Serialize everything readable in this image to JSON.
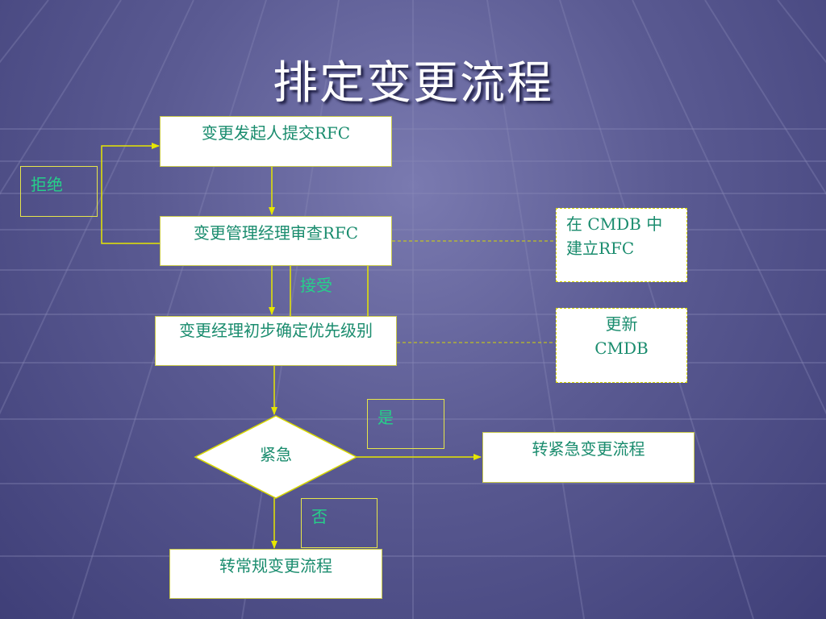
{
  "title": "排定变更流程",
  "nodes": {
    "submit": "变更发起人提交RFC",
    "review": "变更管理经理审查RFC",
    "prioritize": "变更经理初步确定优先级别",
    "urgent": "紧急",
    "emergency": "转紧急变更流程",
    "normal": "转常规变更流程",
    "cmdb_create": "在 CMDB 中建立RFC",
    "cmdb_update": "更新CMDB"
  },
  "labels": {
    "reject": "拒绝",
    "accept": "接受",
    "yes": "是",
    "no": "否"
  },
  "colors": {
    "box_text": "#1a8c6e",
    "label_text": "#26d08a",
    "connector": "#e6e600",
    "background": "#5a5a92"
  }
}
